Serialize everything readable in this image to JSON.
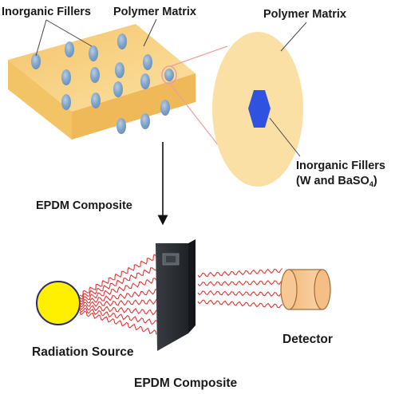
{
  "labels": {
    "inorganic_fillers_top": "Inorganic Fillers",
    "polymer_matrix_top": "Polymer Matrix",
    "polymer_matrix_zoom": "Polymer Matrix",
    "inorganic_fillers_zoom_line1": "Inorganic Fillers",
    "inorganic_fillers_zoom_line2_prefix": "(W and BaSO",
    "inorganic_fillers_zoom_subscript": "4",
    "inorganic_fillers_zoom_line2_suffix": ")",
    "epdm_composite_top": "EPDM Composite",
    "radiation_source": "Radiation Source",
    "epdm_composite_bottom": "EPDM Composite",
    "detector": "Detector"
  },
  "colors": {
    "matrix_fill": "#f8d58c",
    "matrix_side": "#f1bf60",
    "zoom_circle": "#fbe0a6",
    "filler_particle": "#8fb0cf",
    "hexagon": "#2f52e0",
    "source": "#fff000",
    "wave": "#e03838",
    "detector": "#f5c58c",
    "composite_panel": "#2b2e33"
  }
}
